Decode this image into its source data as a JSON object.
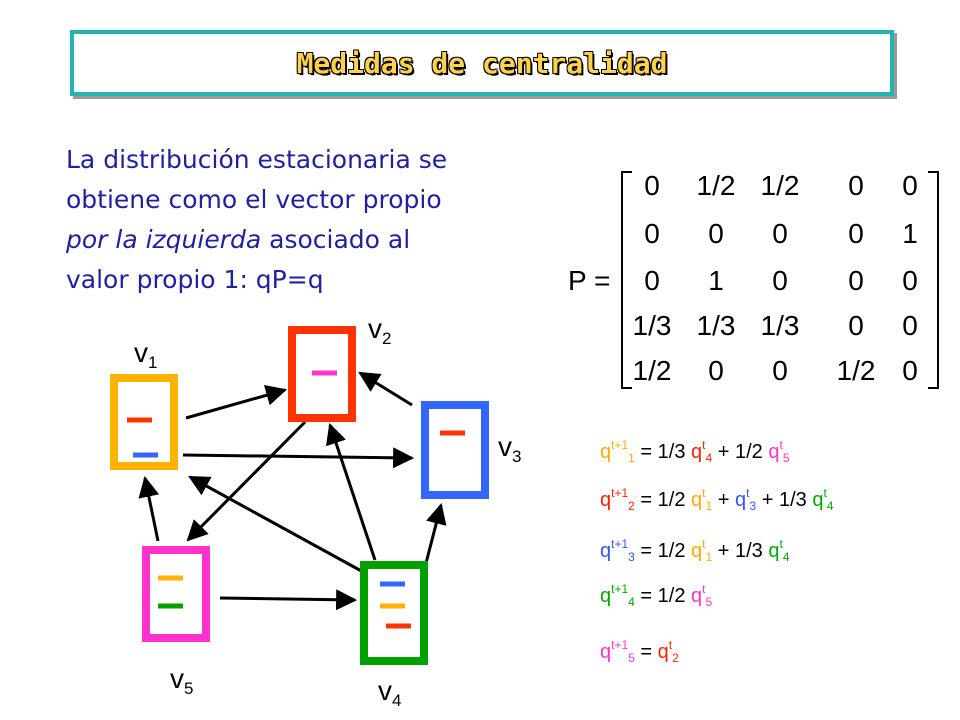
{
  "title": "Medidas de centralidad",
  "intro": {
    "line1": "La distribución estacionaria se",
    "line2": "obtiene como el vector propio",
    "line3_italic": "por la izquierda",
    "line3_rest": " asociado al",
    "line4": "valor propio 1: qP=q"
  },
  "matrix": {
    "label": "P =",
    "rows": [
      [
        "0",
        "1/2",
        "1/2",
        "0",
        "0"
      ],
      [
        "0",
        "0",
        "0",
        "0",
        "1"
      ],
      [
        "0",
        "1",
        "0",
        "0",
        "0"
      ],
      [
        "1/3",
        "1/3",
        "1/3",
        "0",
        "0"
      ],
      [
        "1/2",
        "0",
        "0",
        "1/2",
        "0"
      ]
    ]
  },
  "nodes": {
    "v1": {
      "base": "v",
      "sub": "1"
    },
    "v2": {
      "base": "v",
      "sub": "2"
    },
    "v3": {
      "base": "v",
      "sub": "3"
    },
    "v4": {
      "base": "v",
      "sub": "4"
    },
    "v5": {
      "base": "v",
      "sub": "5"
    }
  },
  "equations": {
    "q": "q",
    "t": "t",
    "tp1": "t+1",
    "eq": "=",
    "plus": "+",
    "e1": {
      "i": "1",
      "c1": "1/3",
      "j1": "4",
      "c2": "1/2",
      "j2": "5"
    },
    "e2": {
      "i": "2",
      "c1": "1/2",
      "j1": "1",
      "j2": "3",
      "c3": "1/3",
      "j3": "4"
    },
    "e3": {
      "i": "3",
      "c1": "1/2",
      "j1": "1",
      "c2": "1/3",
      "j2": "4"
    },
    "e4": {
      "i": "4",
      "c1": "1/2",
      "j1": "5"
    },
    "e5": {
      "i": "5",
      "j1": "2"
    }
  },
  "colors": {
    "v1": "#ffb300",
    "v2": "#ff3300",
    "v3": "#3366ff",
    "v4": "#00a000",
    "v5": "#ff33cc",
    "title_border": "#26b3b3",
    "title_text": "#ffd24a",
    "intro_text": "#2020a0"
  }
}
